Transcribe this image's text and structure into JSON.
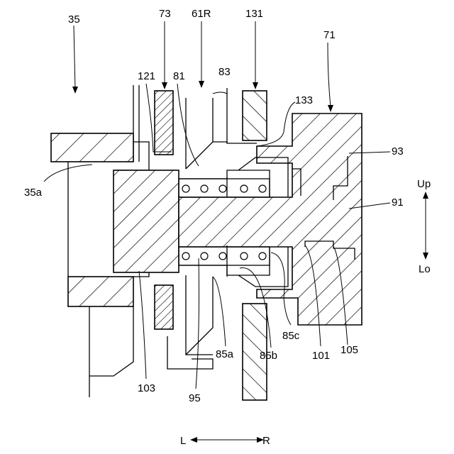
{
  "labels": {
    "l35": "35",
    "l35a": "35a",
    "l73": "73",
    "l61R": "61R",
    "l131": "131",
    "l71": "71",
    "l121": "121",
    "l81": "81",
    "l83": "83",
    "l133": "133",
    "l93": "93",
    "l91": "91",
    "l85c": "85c",
    "l85a": "85a",
    "l85b": "85b",
    "l101": "101",
    "l105": "105",
    "l103": "103",
    "l95": "95"
  },
  "directions": {
    "up": "Up",
    "lo": "Lo",
    "left": "L",
    "right": "R"
  }
}
